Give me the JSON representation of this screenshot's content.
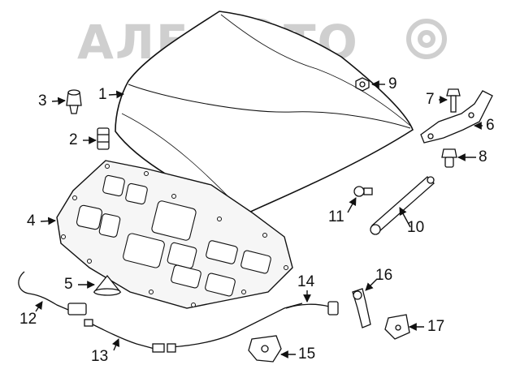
{
  "watermark": {
    "text": "АЛЕ  АВТО",
    "color": "#c8c8c8"
  },
  "callouts": [
    {
      "label": "1"
    },
    {
      "label": "2"
    },
    {
      "label": "3"
    },
    {
      "label": "4"
    },
    {
      "label": "5"
    },
    {
      "label": "6"
    },
    {
      "label": "7"
    },
    {
      "label": "8"
    },
    {
      "label": "9"
    },
    {
      "label": "10"
    },
    {
      "label": "11"
    },
    {
      "label": "12"
    },
    {
      "label": "13"
    },
    {
      "label": "14"
    },
    {
      "label": "15"
    },
    {
      "label": "16"
    },
    {
      "label": "17"
    }
  ],
  "colors": {
    "line": "#111111",
    "part_fill": "#ffffff",
    "pad_fill": "#f6f6f6"
  }
}
